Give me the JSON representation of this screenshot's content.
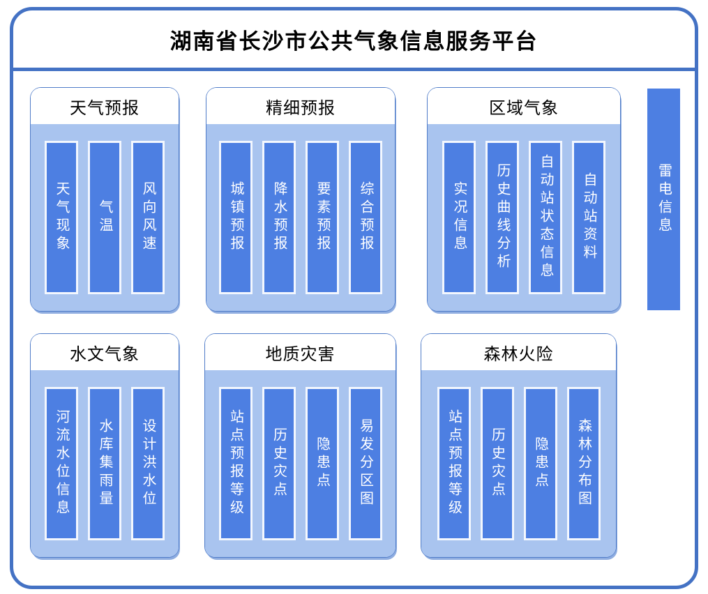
{
  "title": "湖南省长沙市公共气象信息服务平台",
  "colors": {
    "accent_border": "#4472c4",
    "panel_fill": "#a9c4ef",
    "bar_fill": "#4d7fe2",
    "bar_border": "#f3f7fe",
    "title_text": "#000000",
    "bar_text": "#ffffff"
  },
  "groups": [
    {
      "title": "天气预报",
      "items": [
        "天气现象",
        "气温",
        "风向风速"
      ]
    },
    {
      "title": "精细预报",
      "items": [
        "城镇预报",
        "降水预报",
        "要素预报",
        "综合预报"
      ]
    },
    {
      "title": "区域气象",
      "items": [
        "实况信息",
        "历史曲线分析",
        "自动站状态信息",
        "自动站资料"
      ]
    },
    {
      "title": "水文气象",
      "items": [
        "河流水位信息",
        "水库集雨量",
        "设计洪水位"
      ]
    },
    {
      "title": "地质灾害",
      "items": [
        "站点预报等级",
        "历史灾点",
        "隐患点",
        "易发分区图"
      ]
    },
    {
      "title": "森林火险",
      "items": [
        "站点预报等级",
        "历史灾点",
        "隐患点",
        "森林分布图"
      ]
    }
  ],
  "side_bar": {
    "label": "雷电信息"
  }
}
